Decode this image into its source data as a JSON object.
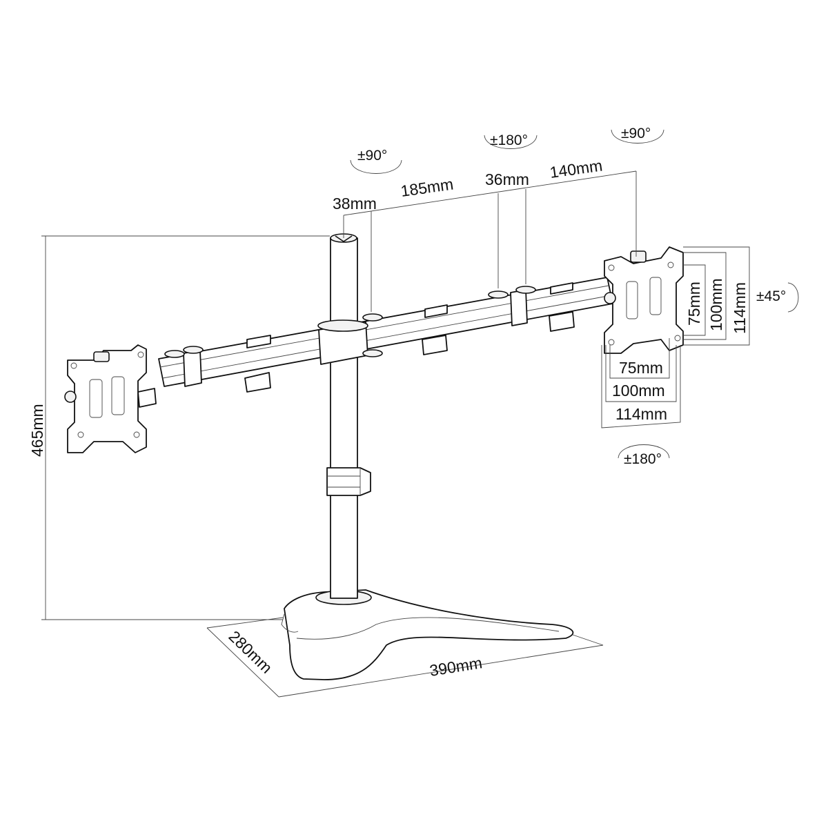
{
  "dimensions": {
    "pole_offset": "38mm",
    "arm_segment": "185mm",
    "joint_spacing": "36mm",
    "outer_arm": "140mm",
    "total_height": "465mm",
    "base_depth": "280mm",
    "base_width": "390mm"
  },
  "vesa": {
    "h75": "75mm",
    "h100": "100mm",
    "h114": "114mm",
    "v75": "75mm",
    "v100": "100mm",
    "v114": "114mm"
  },
  "rotations": {
    "pole_tilt": "±90°",
    "joint_swivel": "±180°",
    "head_tilt": "±90°",
    "head_swivel": "±45°",
    "head_rotate": "±180°"
  }
}
